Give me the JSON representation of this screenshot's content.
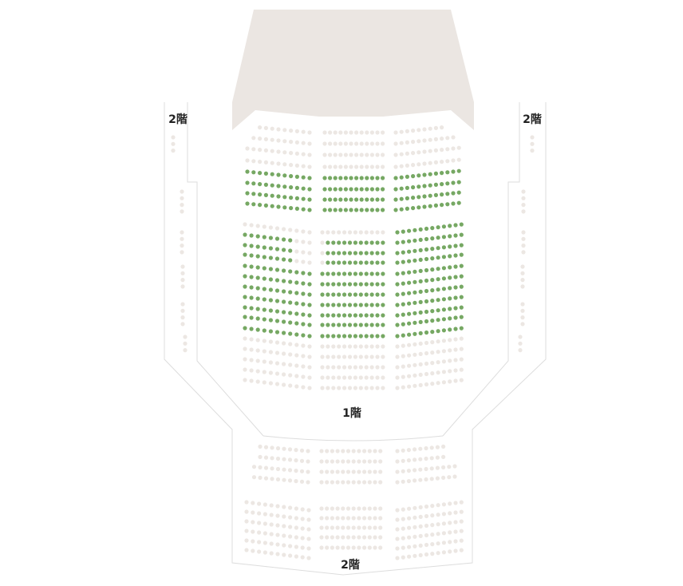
{
  "labels": {
    "balcony_left": "2階",
    "balcony_right": "2階",
    "floor1": "1階",
    "balcony_rear": "2階"
  },
  "colors": {
    "available": "#76a863",
    "unavailable": "#ece7e3",
    "stage": "#ebe6e2",
    "outline": "#dddddd"
  },
  "legend_status": {
    "g": "available",
    "x": "unavailable"
  },
  "sections": {
    "front_left": [
      "xxxxxxxxx",
      "xxxxxxxxxx",
      "xxxxxxxxxxx",
      "xxxxxxxxxxx",
      "ggggggggggg",
      "ggggggggggg",
      "ggggggggggg",
      "ggggggggggg"
    ],
    "front_center": [
      "xxxxxxxxxxxx",
      "xxxxxxxxxxxx",
      "xxxxxxxxxxxx",
      "xxxxxxxxxxxx",
      "gggggggggggg",
      "gggggggggggg",
      "gggggggggggg",
      "gggggggggggg"
    ],
    "front_right": [
      "xxxxxxxxx",
      "xxxxxxxxxxx",
      "xxxxxxxxxxxx",
      "xxxxxxxxxxxx",
      "gggggggggggg",
      "gggggggggggg",
      "gggggggggggg",
      "gggggggggggg"
    ],
    "rear_left": [
      "xxxxxxxxxxx",
      "ggggggggxxx",
      "ggggggggxxx",
      "ggggggggxxx",
      "ggggggggggg",
      "ggggggggggg",
      "ggggggggggg",
      "ggggggggggg",
      "ggggggggggg",
      "ggggggggggg",
      "ggggggggggg",
      "xxxxxxxxxxx",
      "xxxxxxxxxxx",
      "xxxxxxxxxxx",
      "xxxxxxxxxxx",
      "xxxxxxxxxxx"
    ],
    "rear_center": [
      "xxxxxxxxxxxx",
      "xggggggggggg",
      "xggggggggggg",
      "xggggggggggg",
      "gggggggggggg",
      "gggggggggggg",
      "gggggggggggg",
      "gggggggggggg",
      "gggggggggggg",
      "gggggggggggg",
      "gggggggggggg",
      "xxxxxxxxxxxx",
      "xxxxxxxxxxxx",
      "xxxxxxxxxxxx",
      "xxxxxxxxxxxx",
      "xxxxxxxxxxxx"
    ],
    "rear_right": [
      "gggggggggggg",
      "gggggggggggg",
      "gggggggggggg",
      "gggggggggggg",
      "gggggggggggg",
      "gggggggggggg",
      "gggggggggggg",
      "gggggggggggg",
      "gggggggggggg",
      "gggggggggggg",
      "gggggggggggg",
      "xxxxxxxxxxxx",
      "xxxxxxxxxxxx",
      "xxxxxxxxxxxx",
      "xxxxxxxxxxxx",
      "xxxxxxxxxxxx"
    ],
    "balcony_front_left": [
      "xxxxxxxxx",
      "xxxxxxxxx",
      "xxxxxxxxxx",
      "xxxxxxxxxx"
    ],
    "balcony_front_center": [
      "xxxxxxxxxxxx",
      "xxxxxxxxxxxx",
      "xxxxxxxxxxxx",
      "xxxxxxxxxxxx"
    ],
    "balcony_front_right": [
      "xxxxxxxxx",
      "xxxxxxxxx",
      "xxxxxxxxxxx",
      "xxxxxxxxxxx"
    ],
    "balcony_rear_left": [
      "xxxxxxxxxxx",
      "xxxxxxxxxxx",
      "xxxxxxxxxxx",
      "xxxxxxxxxxx",
      "xxxxxxxxxxx",
      "xxxxxxxxxxx"
    ],
    "balcony_rear_center": [
      "xxxxxxxxxxxx",
      "xxxxxxxxxxxx",
      "xxxxxxxxxxxx",
      "xxxxxxxxxxxx",
      "xxxxxxxxxxxx"
    ],
    "balcony_rear_right": [
      "xxxxxxxxxxxx",
      "xxxxxxxxxxxx",
      "xxxxxxxxxxxx",
      "xxxxxxxxxxxx",
      "xxxxxxxxxxxx",
      "xxxxxxxxxxxx"
    ],
    "side_left": [
      "xxx",
      "xxxx",
      "xxxx",
      "xxxx",
      "xxxx",
      "xxx"
    ],
    "side_right": [
      "xxx",
      "xxxx",
      "xxxx",
      "xxxx",
      "xxxx",
      "xxx"
    ]
  }
}
